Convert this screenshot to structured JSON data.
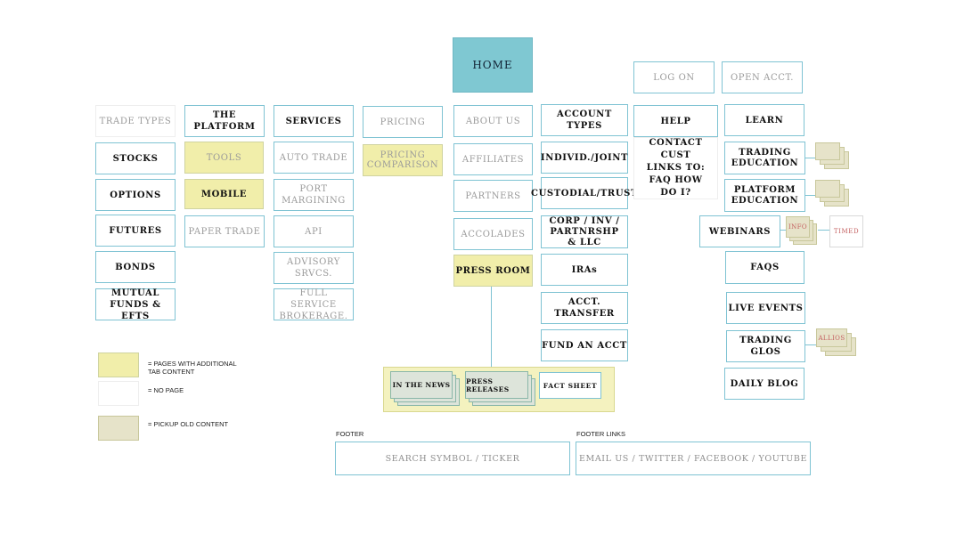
{
  "home": "HOME",
  "top_links": {
    "log_on": "LOG ON",
    "open_acct": "OPEN ACCT."
  },
  "col_trade_types": [
    "TRADE TYPES",
    "STOCKS",
    "OPTIONS",
    "FUTURES",
    "BONDS",
    "MUTUAL FUNDS & EFTS"
  ],
  "col_platform": [
    "THE PLATFORM",
    "TOOLS",
    "MOBILE",
    "PAPER TRADE"
  ],
  "col_services": [
    "SERVICES",
    "AUTO TRADE",
    "PORT MARGINING",
    "API",
    "ADVISORY SRVCS.",
    "FULL SERVICE BROKERAGE."
  ],
  "col_pricing": [
    "PRICING",
    "PRICING COMPARISON"
  ],
  "col_about": [
    "ABOUT US",
    "AFFILIATES",
    "PARTNERS",
    "ACCOLADES",
    "PRESS ROOM"
  ],
  "col_accounts": [
    "ACCOUNT TYPES",
    "INDIVID./JOINT",
    "CUSTODIAL/TRUST",
    "CORP / INV / PARTNRSHP & LLC",
    "IRAs",
    "ACCT. TRANSFER",
    "FUND AN ACCT"
  ],
  "col_help": {
    "title": "HELP",
    "content": "CONTACT CUST LINKS TO: FAQ HOW DO I?"
  },
  "col_learn": [
    "LEARN",
    "TRADING EDUCATION",
    "PLATFORM EDUCATION",
    "WEBINARS",
    "FAQS",
    "LIVE EVENTS",
    "TRADING GLOS",
    "DAILY BLOG"
  ],
  "learn_tags": {
    "webinars_info": "INFO",
    "webinars_timed": "TIMED",
    "glossary": "ALLIOS"
  },
  "press_room": {
    "in_the_news": "IN THE NEWS",
    "press_releases": "PRESS RELEASES",
    "fact_sheet": "FACT SHEET"
  },
  "legend": {
    "yellow": "= PAGES WITH ADDITIONAL TAB CONTENT",
    "white": "= NO PAGE",
    "tan": "= PICKUP OLD CONTENT",
    "colors": {
      "yellow": "#f1eeaa",
      "tan": "#e6e3c9",
      "home": "#7fc8d2",
      "border": "#7fc3d3"
    }
  },
  "footer": {
    "label": "FOOTER",
    "search": "SEARCH SYMBOL / TICKER",
    "links_label": "FOOTER LINKS",
    "links": "EMAIL US / TWITTER / FACEBOOK  / YOUTUBE"
  }
}
